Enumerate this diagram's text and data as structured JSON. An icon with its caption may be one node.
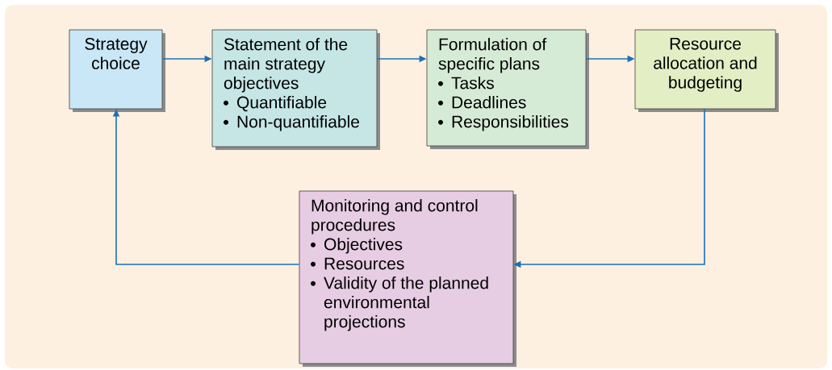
{
  "diagram": {
    "nodes": [
      {
        "text": [
          "Strategy choice"
        ]
      },
      {
        "text": [
          "Statement of the main strategy objectives",
          "Quantifiable",
          "Non-quantifiable"
        ]
      },
      {
        "text": [
          "Formulation of specific plans",
          "Tasks",
          "Deadlines",
          "Responsibilities"
        ]
      },
      {
        "text": [
          "Resource allocation and budgeting"
        ]
      },
      {
        "text": [
          "Monitoring and control procedures",
          "Objectives",
          "Resources",
          "Validity of the planned environmental projections"
        ]
      }
    ],
    "edges": [
      {
        "from": 0,
        "to": 1,
        "arrow": "to"
      },
      {
        "from": 1,
        "to": 2,
        "arrow": "to"
      },
      {
        "from": 2,
        "to": 3,
        "arrow": "to"
      },
      {
        "from": 3,
        "to": 4,
        "arrow": "to"
      },
      {
        "from": 4,
        "to": 0,
        "arrow": "to"
      }
    ]
  }
}
